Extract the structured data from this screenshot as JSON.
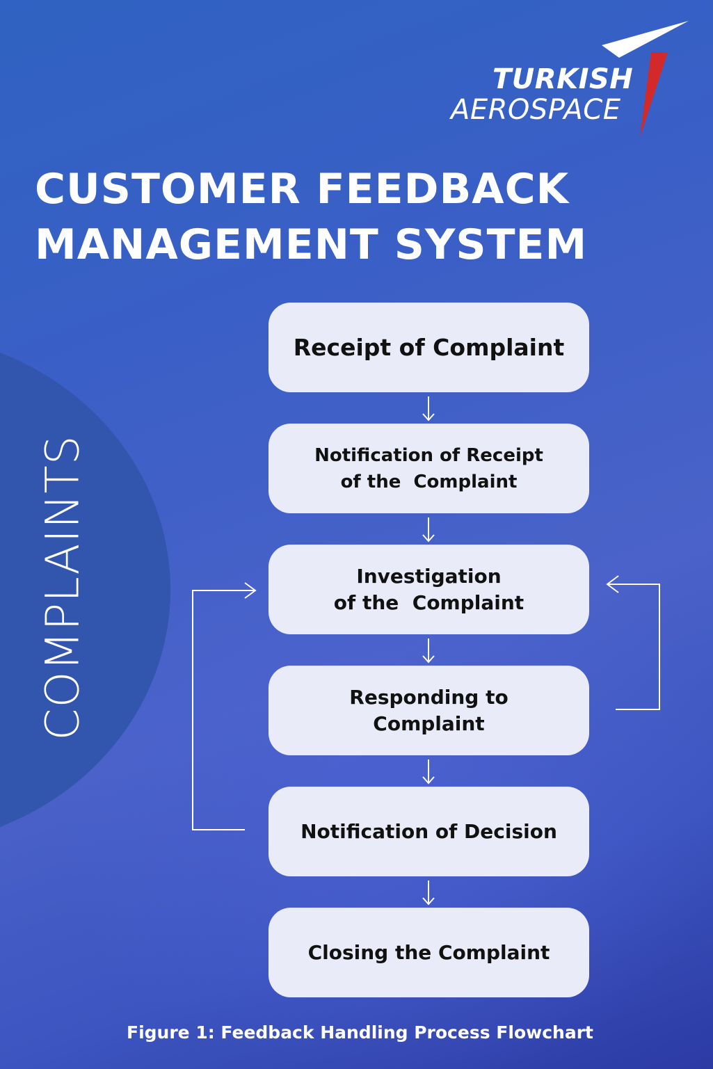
{
  "brand": {
    "line1": "TURKISH",
    "line2": "AEROSPACE"
  },
  "title": {
    "line1": "CUSTOMER FEEDBACK",
    "line2": "MANAGEMENT SYSTEM"
  },
  "side_label": "COMPLAINTS",
  "steps": [
    {
      "line1": "Receipt of Complaint",
      "line2": ""
    },
    {
      "line1": "Notification of Receipt",
      "line2": "of the  Complaint"
    },
    {
      "line1": "Investigation",
      "line2": "of the  Complaint"
    },
    {
      "line1": "Responding to",
      "line2": "Complaint"
    },
    {
      "line1": "Notification of Decision",
      "line2": ""
    },
    {
      "line1": "Closing the Complaint",
      "line2": ""
    }
  ],
  "caption": "Figure 1: Feedback Handling Process Flowchart",
  "colors": {
    "background": "#3a5fc6",
    "box": "#e9ebf8",
    "logo_red": "#d22a2a",
    "text_light": "#ffffff",
    "text_dark": "#111111"
  }
}
